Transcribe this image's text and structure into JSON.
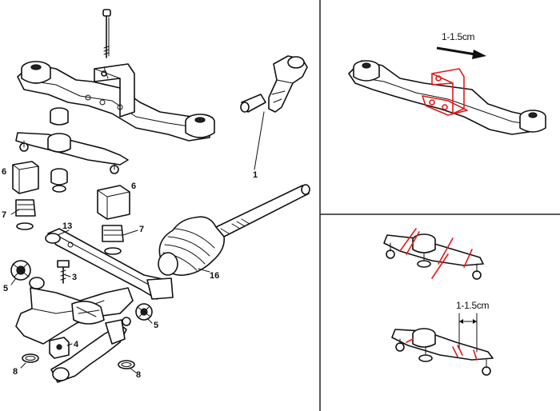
{
  "exploded_view": {
    "callouts": {
      "c1": "1",
      "c3": "3",
      "c4": "4",
      "c5a": "5",
      "c5b": "5",
      "c6a": "6",
      "c6b": "6",
      "c7a": "7",
      "c7b": "7",
      "c8a": "8",
      "c8b": "8",
      "c13": "13",
      "c16": "16"
    }
  },
  "top_right_panel": {
    "dimension": "1-1.5cm",
    "arrow_icon": "arrow-right-icon",
    "highlight_color": "#e0191b"
  },
  "bottom_right_panel": {
    "dimension": "1-1.5cm",
    "highlight_color": "#e0191b"
  },
  "divider_color": "#222222"
}
